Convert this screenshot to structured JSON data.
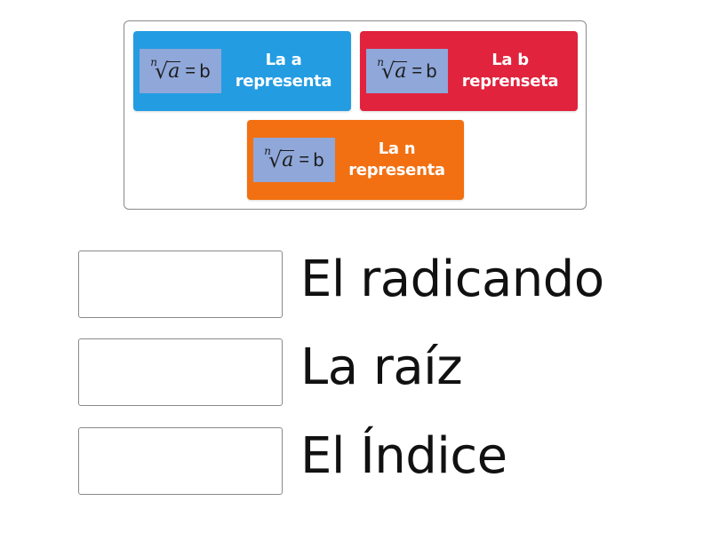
{
  "colors": {
    "tile_a": "#239ce2",
    "tile_b": "#e1233d",
    "tile_n": "#f27012",
    "formula_bg": "#8fa7d9",
    "border": "#8a8a8a",
    "text": "#111111"
  },
  "formula": {
    "index": "n",
    "radical": "√",
    "radicand": "a",
    "equals": "=",
    "result": "b"
  },
  "tiles": [
    {
      "prefix": "La",
      "letter": "a",
      "suffix": "representa"
    },
    {
      "prefix": "La",
      "letter": "b",
      "suffix": "reprenseta"
    },
    {
      "prefix": "La",
      "letter": "n",
      "suffix": "representa"
    }
  ],
  "answers": [
    {
      "label": "El radicando"
    },
    {
      "label": "La raíz"
    },
    {
      "label": "El Índice"
    }
  ]
}
